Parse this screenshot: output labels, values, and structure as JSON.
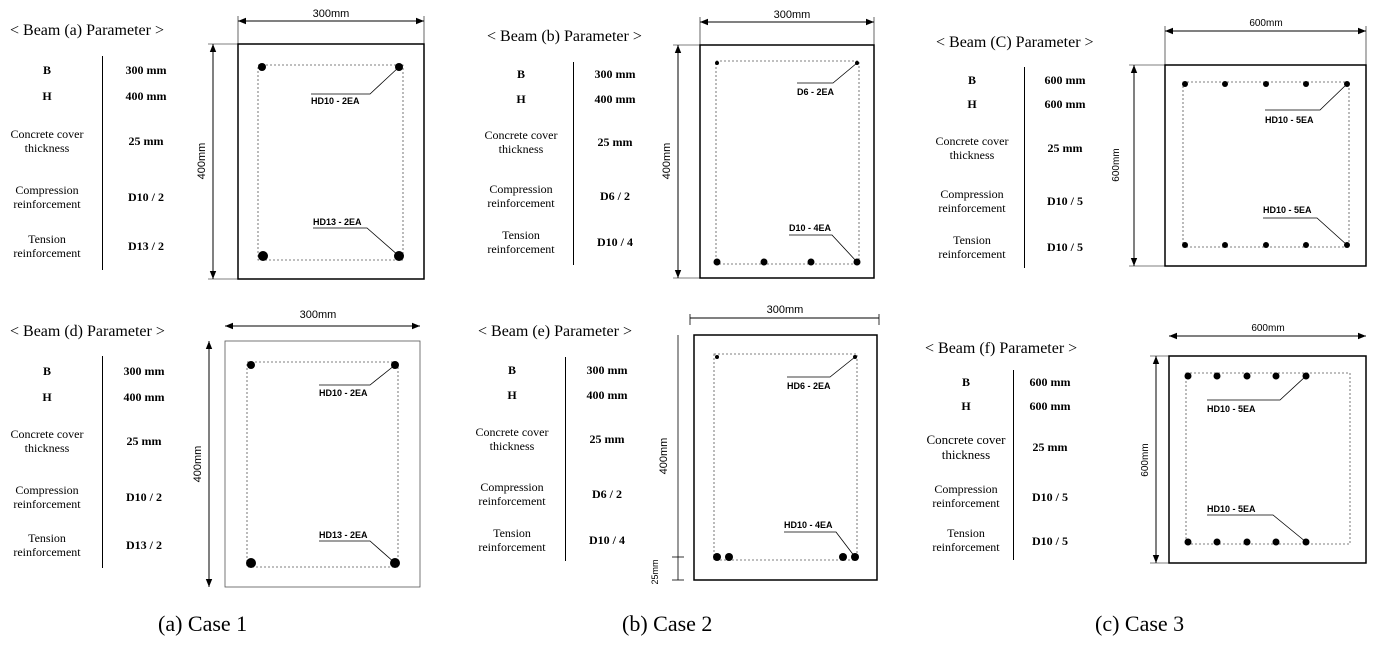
{
  "cases": [
    {
      "title": "< Beam (a) Parameter >",
      "rows": [
        {
          "label": "B",
          "value": "300 mm"
        },
        {
          "label": "H",
          "value": "400 mm"
        },
        {
          "label": "Concrete cover\nthickness",
          "value": "25 mm"
        },
        {
          "label": "Compression\nreinforcement",
          "value": "D10 / 2"
        },
        {
          "label": "Tension\nreinforcement",
          "value": "D13 / 2"
        }
      ],
      "width_dim": "300mm",
      "height_dim": "400mm",
      "top_bar_label": "HD10 - 2EA",
      "bottom_bar_label": "HD13 - 2EA"
    },
    {
      "title": "< Beam (b) Parameter >",
      "rows": [
        {
          "label": "B",
          "value": "300 mm"
        },
        {
          "label": "H",
          "value": "400 mm"
        },
        {
          "label": "Concrete cover\nthickness",
          "value": "25 mm"
        },
        {
          "label": "Compression\nreinforcement",
          "value": "D6 / 2"
        },
        {
          "label": "Tension\nreinforcement",
          "value": "D10 / 4"
        }
      ],
      "width_dim": "300mm",
      "height_dim": "400mm",
      "top_bar_label": "D6 - 2EA",
      "bottom_bar_label": "D10 - 4EA"
    },
    {
      "title": "< Beam (C) Parameter >",
      "rows": [
        {
          "label": "B",
          "value": "600 mm"
        },
        {
          "label": "H",
          "value": "600 mm"
        },
        {
          "label": "Concrete cover\nthickness",
          "value": "25 mm"
        },
        {
          "label": "Compression\nreinforcement",
          "value": "D10 / 5"
        },
        {
          "label": "Tension\nreinforcement",
          "value": "D10 / 5"
        }
      ],
      "width_dim": "600mm",
      "height_dim": "600mm",
      "top_bar_label": "HD10 - 5EA",
      "bottom_bar_label": "HD10 - 5EA"
    },
    {
      "title": "< Beam (d) Parameter >",
      "rows": [
        {
          "label": "B",
          "value": "300 mm"
        },
        {
          "label": "H",
          "value": "400 mm"
        },
        {
          "label": "Concrete cover\nthickness",
          "value": "25 mm"
        },
        {
          "label": "Compression\nreinforcement",
          "value": "D10 / 2"
        },
        {
          "label": "Tension\nreinforcement",
          "value": "D13 / 2"
        }
      ],
      "width_dim": "300mm",
      "height_dim": "400mm",
      "top_bar_label": "HD10 - 2EA",
      "bottom_bar_label": "HD13 - 2EA"
    },
    {
      "title": "< Beam (e) Parameter >",
      "rows": [
        {
          "label": "B",
          "value": "300 mm"
        },
        {
          "label": "H",
          "value": "400 mm"
        },
        {
          "label": "Concrete cover\nthickness",
          "value": "25 mm"
        },
        {
          "label": "Compression\nreinforcement",
          "value": "D6 / 2"
        },
        {
          "label": "Tension\nreinforcement",
          "value": "D10 / 4"
        }
      ],
      "width_dim": "300mm",
      "height_dim": "400mm",
      "cover_dim": "25mm",
      "top_bar_label": "HD6 - 2EA",
      "bottom_bar_label": "HD10 - 4EA"
    },
    {
      "title": "< Beam (f) Parameter >",
      "rows": [
        {
          "label": "B",
          "value": "600 mm"
        },
        {
          "label": "H",
          "value": "600 mm"
        },
        {
          "label": "Concrete cover\nthickness",
          "value": "25 mm"
        },
        {
          "label": "Compression\nreinforcement",
          "value": "D10 / 5"
        },
        {
          "label": "Tension\nreinforcement",
          "value": "D10 / 5"
        }
      ],
      "width_dim": "600mm",
      "height_dim": "600mm",
      "top_bar_label": "HD10 - 5EA",
      "bottom_bar_label": "HD10 - 5EA"
    }
  ],
  "captions": [
    "(a) Case 1",
    "(b) Case 2",
    "(c) Case 3"
  ]
}
